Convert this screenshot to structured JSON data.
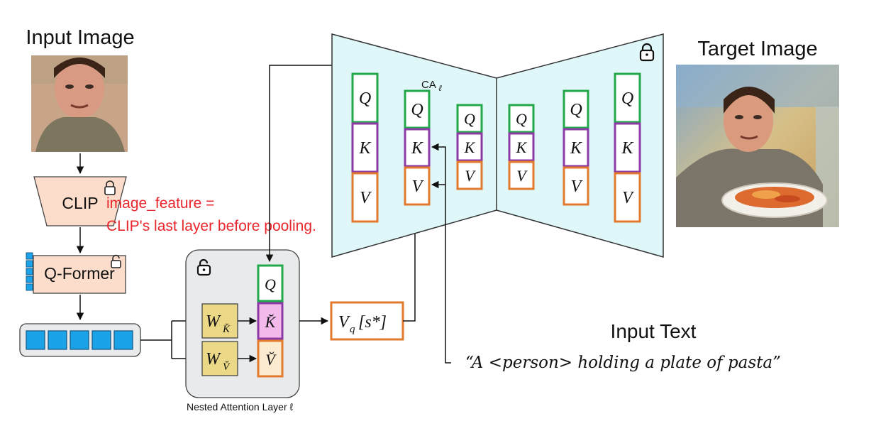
{
  "labels": {
    "input_image": "Input Image",
    "target_image": "Target Image",
    "clip": "CLIP",
    "qformer": "Q-Former",
    "image_feature_line1": "image_feature =",
    "image_feature_line2": "CLIP's last layer before pooling.",
    "ca_label": "CA",
    "ca_sub": "ℓ",
    "nested_caption": "Nested Attention Layer ℓ",
    "input_text_title": "Input Text",
    "input_text": "“A <person> holding a plate of pasta”"
  },
  "unet": {
    "blocks": [
      {
        "q": "Q",
        "k": "K",
        "v": "V"
      },
      {
        "q": "Q",
        "k": "K",
        "v": "V"
      },
      {
        "q": "Q",
        "k": "K",
        "v": "V"
      },
      {
        "q": "Q",
        "k": "K",
        "v": "V"
      },
      {
        "q": "Q",
        "k": "K",
        "v": "V"
      },
      {
        "q": "Q",
        "k": "K",
        "v": "V"
      }
    ]
  },
  "nested": {
    "wk": "W",
    "wk_sub": "K̆",
    "wv": "W",
    "wv_sub": "V̆",
    "q": "Q",
    "k": "K̆",
    "v": "V̆"
  },
  "vq": {
    "main": "V",
    "sub": "q",
    "bracket": "[s*]"
  },
  "colors": {
    "q_border": "#22a84a",
    "k_border": "#8e3aa6",
    "v_border": "#e27a2e",
    "unet_fill": "#dff7f9",
    "clip_fill": "#fcdccb",
    "token_fill": "#1aa3e8",
    "w_fill": "#ecd987",
    "nested_panel": "#e9eaec",
    "k_nested_fill": "#f2b9ea",
    "v_nested_fill": "#fdebcf",
    "annotation": "#e8262b"
  },
  "icons": [
    "lock-icon",
    "unlock-icon"
  ]
}
